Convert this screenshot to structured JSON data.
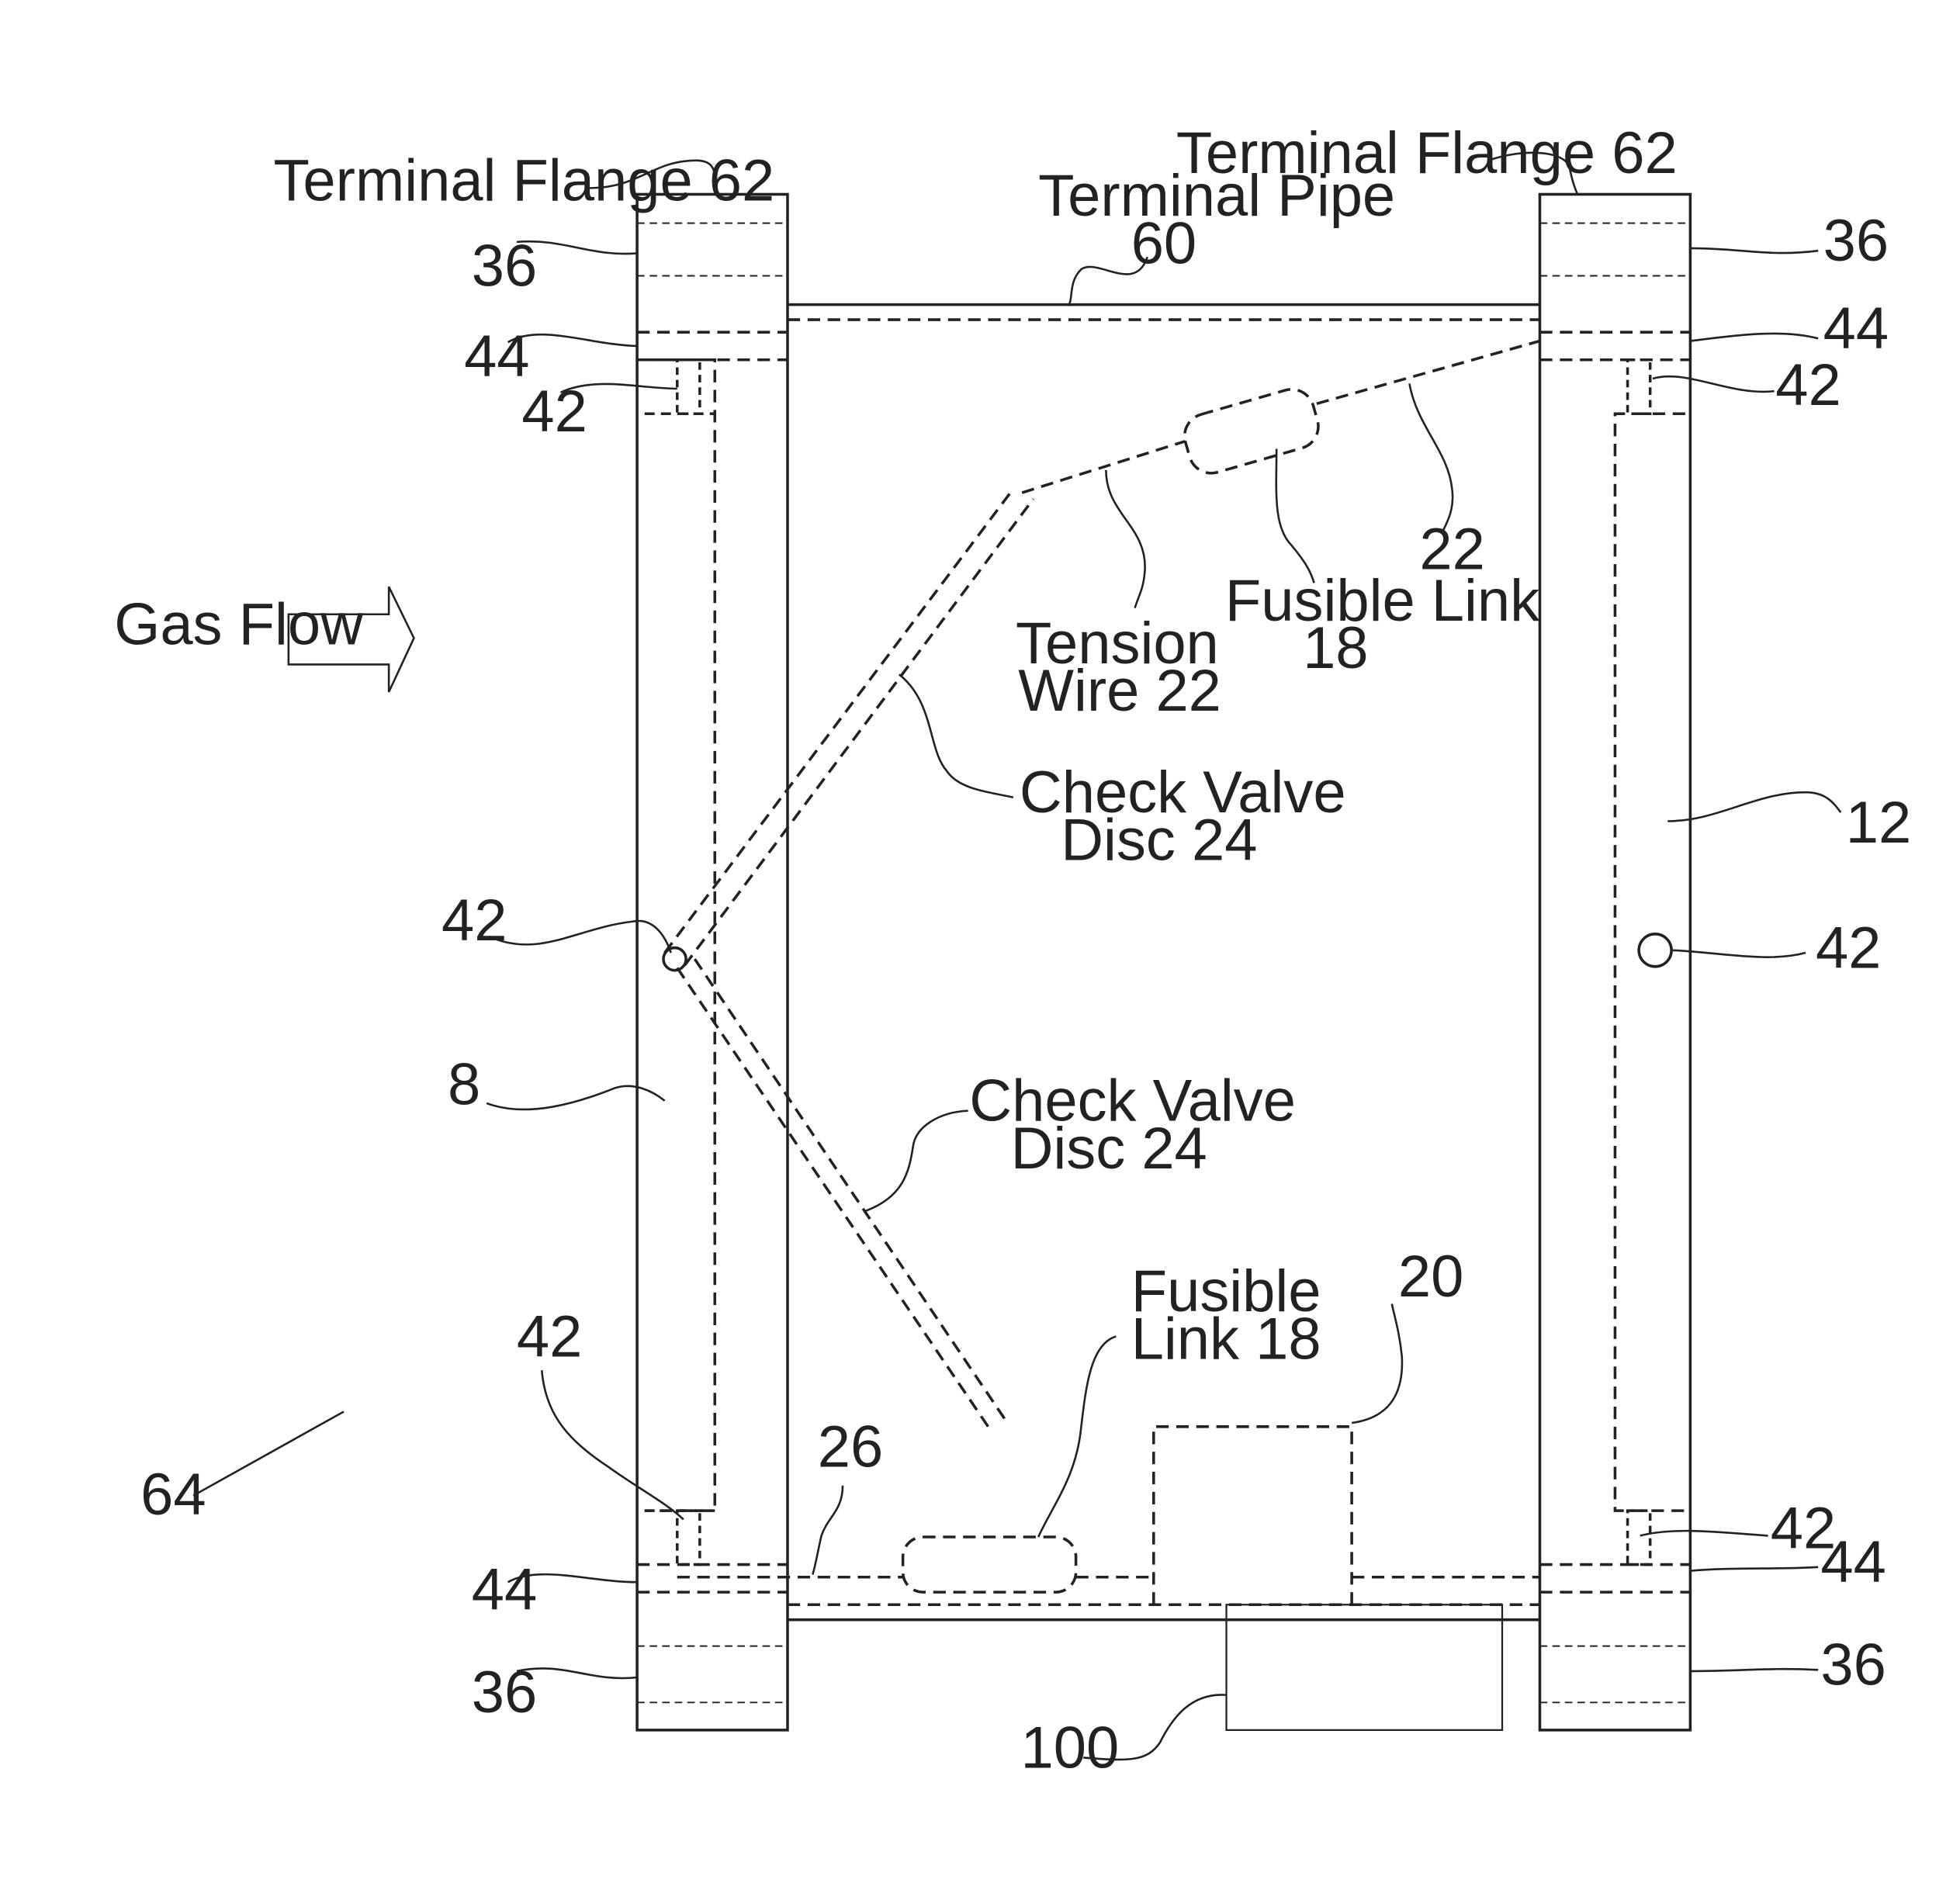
{
  "colors": {
    "line": "#222222",
    "background": "#ffffff"
  },
  "labels": {
    "terminal_flange_left": "Terminal Flange 62",
    "terminal_flange_right": "Terminal Flange 62",
    "terminal_pipe_line1": "Terminal Pipe",
    "terminal_pipe_line2": "60",
    "ref_36_top_left": "36",
    "ref_36_top_right": "36",
    "ref_36_bottom_left": "36",
    "ref_36_bottom_right": "36",
    "ref_44_top_left": "44",
    "ref_44_top_right": "44",
    "ref_44_bottom_left": "44",
    "ref_44_bottom_right": "44",
    "ref_42_top_left": "42",
    "ref_42_top_right": "42",
    "ref_42_mid_left": "42",
    "ref_42_mid_right": "42",
    "ref_42_bottom_left": "42",
    "ref_42_bottom_right": "42",
    "gas_flow": "Gas Flow",
    "ref_22": "22",
    "tension_wire_line1": "Tension",
    "tension_wire_line2": "Wire 22",
    "fusible_link_top_line1": "Fusible Link",
    "fusible_link_top_line2": "18",
    "check_valve_upper_line1": "Check Valve",
    "check_valve_upper_line2": "Disc 24",
    "check_valve_lower_line1": "Check Valve",
    "check_valve_lower_line2": "Disc 24",
    "ref_12": "12",
    "ref_8": "8",
    "fusible_link_bottom_line1": "Fusible",
    "fusible_link_bottom_line2": "Link 18",
    "ref_20": "20",
    "ref_26": "26",
    "ref_64": "64",
    "ref_100": "100"
  }
}
